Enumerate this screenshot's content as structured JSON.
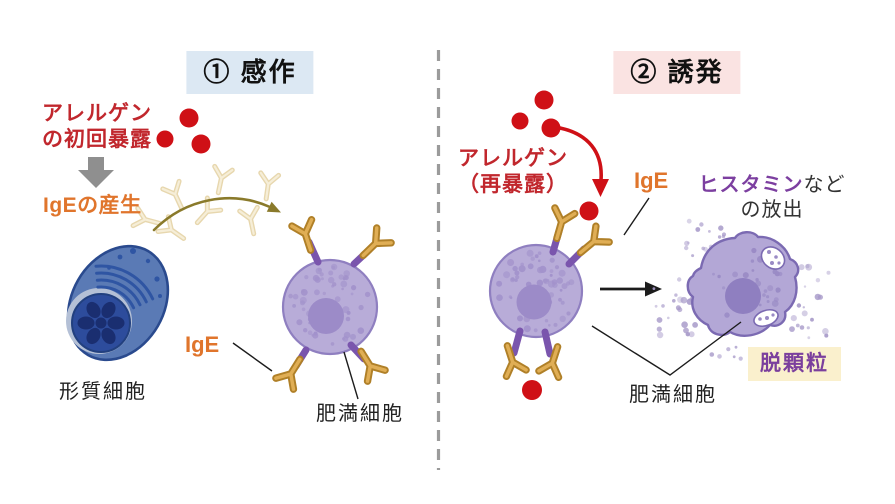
{
  "left_panel": {
    "title": "① 感作",
    "allergen_line1": "アレルゲン",
    "allergen_line2": "の初回暴露",
    "ige_production": "IgEの産生",
    "ige_label": "IgE",
    "plasma_cell_label": "形質細胞",
    "mast_cell_label": "肥満細胞"
  },
  "right_panel": {
    "title": "② 誘発",
    "allergen_line1": "アレルゲン",
    "allergen_line2": "（再暴露）",
    "ige_label": "IgE",
    "histamine_word": "ヒスタミン",
    "histamine_suffix": "など",
    "release_line": "の放出",
    "degranulation_label": "脱顆粒",
    "mast_cell_label": "肥満細胞"
  },
  "icons": {
    "first_exposure_arrow": "gray-down-block-arrow",
    "ige_production_arrow": "olive-curved-arrow",
    "reexposure_arrow": "red-curved-arrow",
    "degranulation_arrow": "black-right-arrow",
    "panel_divider": "gray-dashed-vertical-line",
    "allergen_particle": "red-dot",
    "ige_antibody": "gold-Y-antibody"
  },
  "colors": {
    "allergen_red": "#cf1016",
    "red_text": "#c1272d",
    "ige_orange": "#e0752c",
    "histamine_purple": "#7c3fa0",
    "title_bg_left": "#dce8f3",
    "title_bg_right": "#fae3e2",
    "degranulation_bg": "#faf0cd",
    "mast_cell_body": "#b8acd8",
    "mast_cell_outline": "#8f7fc0",
    "mast_cell_nucleus": "#9c8bc8",
    "receptor_purple": "#7a55ad",
    "antibody_gold": "#e0ae55",
    "antibody_gold_dark": "#b08028",
    "plasma_cell_blue": "#5a7ab5",
    "plasma_cell_outline": "#2a4a8e",
    "plasma_nucleus": "#2d4c9c",
    "olive_arrow": "#8a7a2b",
    "gray_arrow": "#8f8f8f"
  }
}
